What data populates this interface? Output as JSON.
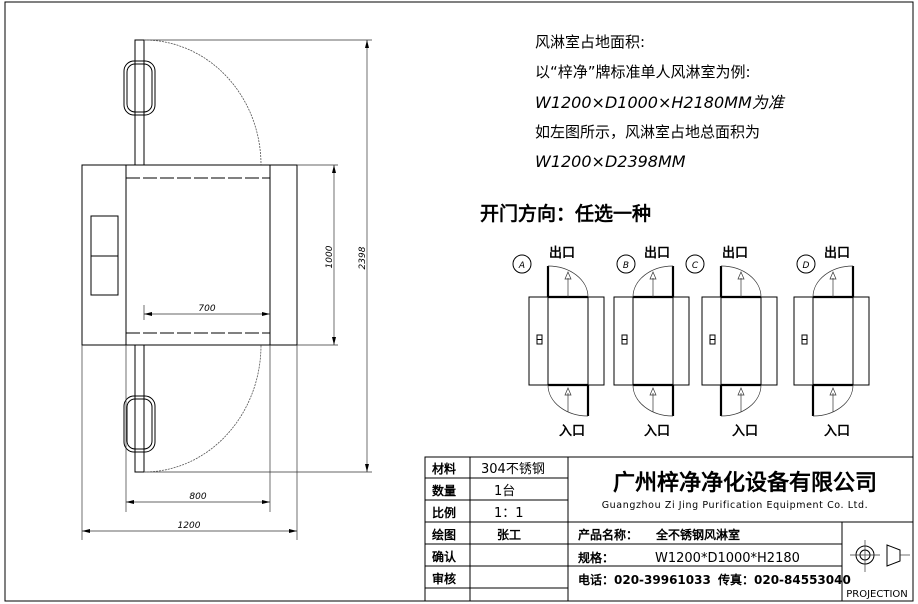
{
  "notes": {
    "line1": "风淋室占地面积:",
    "line2": "以“梓净”牌标准单人风淋室为例:",
    "line3": "W1200×D1000×H2180MM为准",
    "line4": "如左图所示，风淋室占地总面积为",
    "line5": "W1200×D2398MM"
  },
  "door_section": {
    "heading": "开门方向：任选一种",
    "exit_label": "出口",
    "entry_label": "入口",
    "variants": [
      {
        "id": "A",
        "exit_hinge": "left",
        "entry_hinge": "right"
      },
      {
        "id": "B",
        "exit_hinge": "right",
        "entry_hinge": "right"
      },
      {
        "id": "C",
        "exit_hinge": "left",
        "entry_hinge": "left"
      },
      {
        "id": "D",
        "exit_hinge": "right",
        "entry_hinge": "left"
      }
    ]
  },
  "dimensions": {
    "total_depth": "2398",
    "depth": "1000",
    "inner_width": "700",
    "chamber_width": "800",
    "total_width": "1200"
  },
  "title_block": {
    "material_label": "材料",
    "material_value": "304不锈钢",
    "quantity_label": "数量",
    "quantity_value": "1台",
    "scale_label": "比例",
    "scale_value": "1：1",
    "drawn_label": "绘图",
    "drawn_value": "张工",
    "confirm_label": "确认",
    "review_label": "审核",
    "company_cn": "广州梓净净化设备有限公司",
    "company_en": "Guangzhou Zi Jing Purification Equipment Co. Ltd.",
    "product_label": "产品名称：",
    "product_value": "全不锈钢风淋室",
    "spec_label": "规格：",
    "spec_value": "W1200*D1000*H2180",
    "phone": "电话：020-39961033",
    "fax": "传真：020-84553040",
    "projection": "PROJECTION"
  }
}
